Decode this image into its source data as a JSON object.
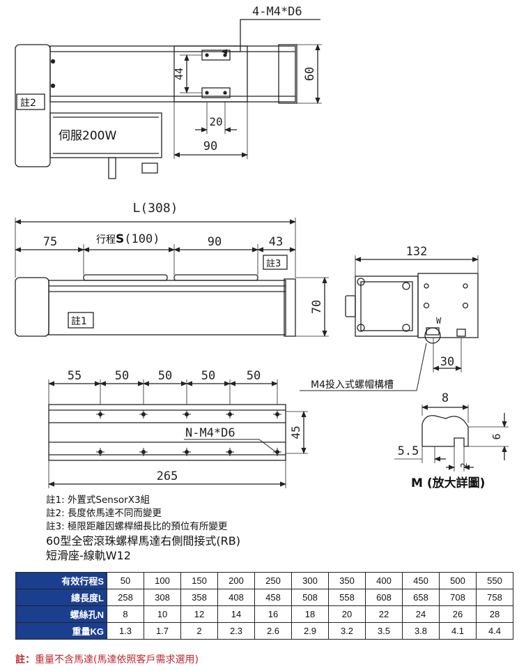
{
  "top_view": {
    "hole_spec": "4-M4*D6",
    "dim_44": "44",
    "dim_60": "60",
    "dim_20": "20",
    "dim_90": "90",
    "note_tag": "註2",
    "motor_label": "伺服200W"
  },
  "side_view": {
    "dim_L": "L(308)",
    "dim_75": "75",
    "stroke_prefix": "行程",
    "stroke_bold": "S",
    "stroke_value": "(100)",
    "dim_90": "90",
    "dim_43": "43",
    "dim_70": "70",
    "note3_tag": "註3",
    "note1_tag": "註1"
  },
  "end_view": {
    "dim_132": "132",
    "w_label": "W",
    "dim_30": "30",
    "slot_label": "M4投入式螺帽構槽"
  },
  "bottom_view": {
    "pitch": [
      "55",
      "50",
      "50",
      "50",
      "50"
    ],
    "hole_spec": "N-M4*D6",
    "dim_45": "45",
    "dim_265": "265"
  },
  "detail": {
    "dim_8": "8",
    "dim_6": "6",
    "dim_55": "5.5",
    "dim_2": "2",
    "title": "M (放大詳圖)"
  },
  "notes": {
    "n1": "註1: 外置式SensorX3組",
    "n2": "註2: 長度依馬達不同而變更",
    "n3": "註3: 極限距離因螺桿細長比的預位有所變更",
    "title": "60型全密滾珠螺桿馬達右側間接式(RB)",
    "subtitle": "短滑座-線軌W12"
  },
  "spec_table": {
    "rows": [
      {
        "label": "有效行程S",
        "values": [
          "50",
          "100",
          "150",
          "200",
          "250",
          "300",
          "350",
          "400",
          "450",
          "500",
          "550"
        ]
      },
      {
        "label": "總長度L",
        "values": [
          "258",
          "308",
          "358",
          "408",
          "458",
          "508",
          "558",
          "608",
          "658",
          "708",
          "758"
        ]
      },
      {
        "label": "螺絲孔N",
        "values": [
          "8",
          "10",
          "12",
          "14",
          "16",
          "18",
          "20",
          "22",
          "24",
          "26",
          "28"
        ]
      },
      {
        "label": "重量KG",
        "values": [
          "1.3",
          "1.7",
          "2",
          "2.3",
          "2.6",
          "2.9",
          "3.2",
          "3.5",
          "3.8",
          "4.1",
          "4.4"
        ]
      }
    ]
  },
  "footer": {
    "prefix": "註：",
    "text": "重量不含馬達(馬達依照客戶需求選用)"
  },
  "colors": {
    "table_header": "#1b3f8f",
    "footer_text": "#c0262d",
    "line": "#222222"
  }
}
